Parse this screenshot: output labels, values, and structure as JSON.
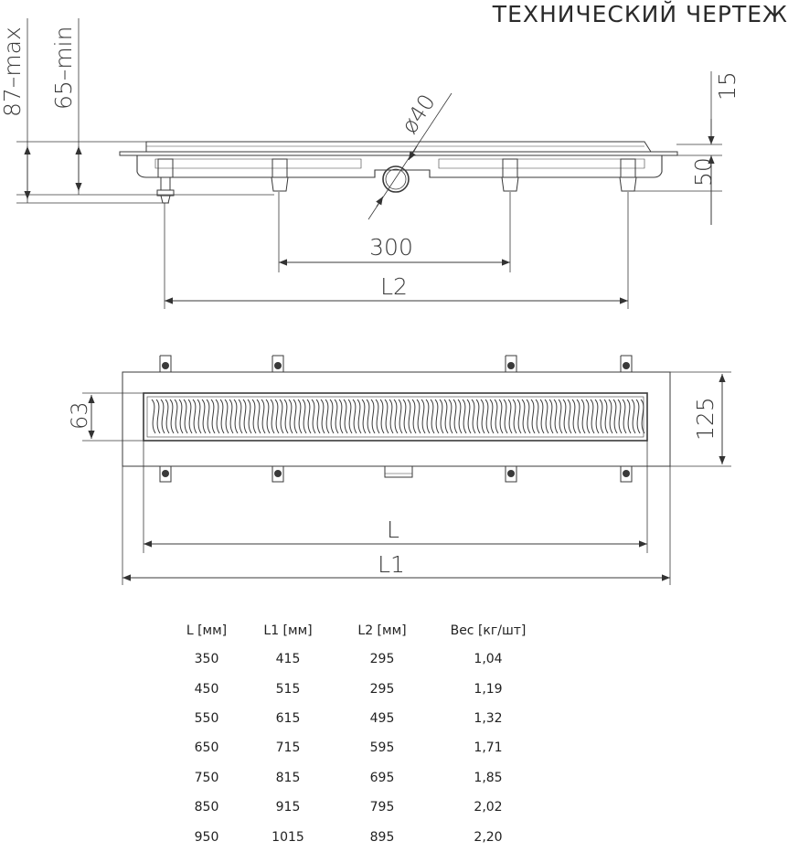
{
  "title": "ТЕХНИЧЕСКИЙ ЧЕРТЕЖ",
  "side_view": {
    "height_max": "87–max",
    "height_min": "65–min",
    "pipe_diameter": "ø40",
    "top_height": "15",
    "body_height": "50",
    "foot_spacing": "300",
    "length_l2": "L2"
  },
  "top_view": {
    "grate_width": "63",
    "total_width": "125",
    "length_l": "L",
    "length_l1": "L1"
  },
  "table": {
    "headers": [
      "L [мм]",
      "L1 [мм]",
      "L2 [мм]",
      "Вес [кг/шт]"
    ],
    "rows": [
      [
        "350",
        "415",
        "295",
        "1,04"
      ],
      [
        "450",
        "515",
        "295",
        "1,19"
      ],
      [
        "550",
        "615",
        "495",
        "1,32"
      ],
      [
        "650",
        "715",
        "595",
        "1,71"
      ],
      [
        "750",
        "815",
        "695",
        "1,85"
      ],
      [
        "850",
        "915",
        "795",
        "2,02"
      ],
      [
        "950",
        "1015",
        "895",
        "2,20"
      ]
    ]
  },
  "colors": {
    "line": "#3a3a3a",
    "text": "#222222"
  }
}
